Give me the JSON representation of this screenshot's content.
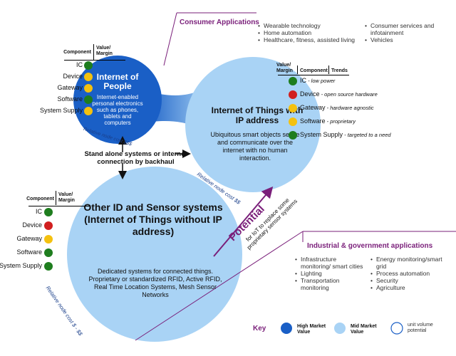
{
  "colors": {
    "high": "#1a5fc6",
    "mid": "#a9d3f5",
    "green": "#1e7d1e",
    "red": "#d11f1f",
    "yellow": "#f4c10f",
    "purple": "#7a1f7a"
  },
  "column_headers": {
    "component": "Component",
    "value_margin": "Value/ Margin",
    "trends": "Trends"
  },
  "people": {
    "title": "Internet of People",
    "desc": "Internet-enabled personal electronics such as phones, tablets and computers",
    "cost": "Relative node cost $$$",
    "components": [
      {
        "label": "IC",
        "status": "green"
      },
      {
        "label": "Device",
        "status": "yellow"
      },
      {
        "label": "Gateway",
        "status": "yellow"
      },
      {
        "label": "Software",
        "status": "green"
      },
      {
        "label": "System Supply",
        "status": "yellow"
      }
    ]
  },
  "iot": {
    "title": "Internet of Things with IP address",
    "desc": "Ubiquitous smart objects sense and communicate over the internet with no human interaction.",
    "cost": "Relative node cost $$",
    "components": [
      {
        "label": "IC",
        "trend": "- low power",
        "status": "green"
      },
      {
        "label": "Device",
        "trend": "- open source hardware",
        "status": "red"
      },
      {
        "label": "Gateway",
        "trend": "- hardware agnostic",
        "status": "yellow"
      },
      {
        "label": "Software",
        "trend": "- proprietary",
        "status": "yellow"
      },
      {
        "label": "System Supply",
        "trend": "- targeted to a need",
        "status": "green"
      }
    ]
  },
  "sensor": {
    "title": "Other ID and Sensor systems (Internet of Things without IP address)",
    "desc": "Dedicated systems for connected things. Proprietary or standardized RFID, Active RFID, Real Time Location Systems, Mesh Sensor Networks",
    "cost": "Relative node cost $ - $$",
    "components": [
      {
        "label": "IC",
        "status": "green"
      },
      {
        "label": "Device",
        "status": "red"
      },
      {
        "label": "Gateway",
        "status": "yellow"
      },
      {
        "label": "Software",
        "status": "green"
      },
      {
        "label": "System Supply",
        "status": "green"
      }
    ]
  },
  "standalone": "Stand alone systems or internet connection by backhaul",
  "potential": {
    "big": "Potential",
    "small": "for IoT to replace some proprietary sensor systems"
  },
  "consumer": {
    "title": "Consumer Applications",
    "col1": [
      "Wearable technology",
      "Home automation",
      "Healthcare, fitness, assisted living"
    ],
    "col2": [
      "Consumer services and infotainment",
      "Vehicles"
    ]
  },
  "industrial": {
    "title": "Industrial & government applications",
    "col1": [
      "Infrastructure monitoring/ smart cities",
      "Lighting",
      "Transportation monitoring"
    ],
    "col2": [
      "Energy monitoring/smart grid",
      "Process automation",
      "Security",
      "Agriculture"
    ]
  },
  "key": {
    "title": "Key",
    "high": "High Market Value",
    "mid": "Mid Market Value",
    "potential": "unit volume potential"
  }
}
